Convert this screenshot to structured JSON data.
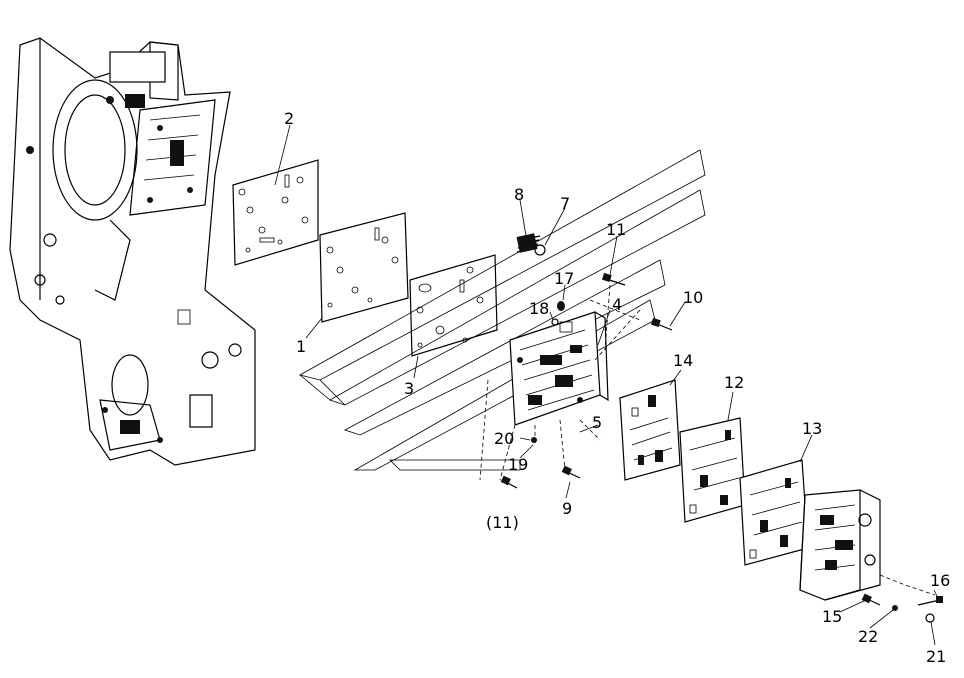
{
  "callouts": [
    {
      "id": "c1",
      "text": "1"
    },
    {
      "id": "c2",
      "text": "2"
    },
    {
      "id": "c3",
      "text": "3"
    },
    {
      "id": "c4",
      "text": "4"
    },
    {
      "id": "c5",
      "text": "5"
    },
    {
      "id": "c7",
      "text": "7"
    },
    {
      "id": "c8",
      "text": "8"
    },
    {
      "id": "c9",
      "text": "9"
    },
    {
      "id": "c10",
      "text": "10"
    },
    {
      "id": "c11",
      "text": "11"
    },
    {
      "id": "c11b",
      "text": "(11)"
    },
    {
      "id": "c12",
      "text": "12"
    },
    {
      "id": "c13",
      "text": "13"
    },
    {
      "id": "c14",
      "text": "14"
    },
    {
      "id": "c15",
      "text": "15"
    },
    {
      "id": "c16",
      "text": "16"
    },
    {
      "id": "c17",
      "text": "17"
    },
    {
      "id": "c18",
      "text": "18"
    },
    {
      "id": "c19",
      "text": "19"
    },
    {
      "id": "c20",
      "text": "20"
    },
    {
      "id": "c21",
      "text": "21"
    },
    {
      "id": "c22",
      "text": "22"
    }
  ]
}
